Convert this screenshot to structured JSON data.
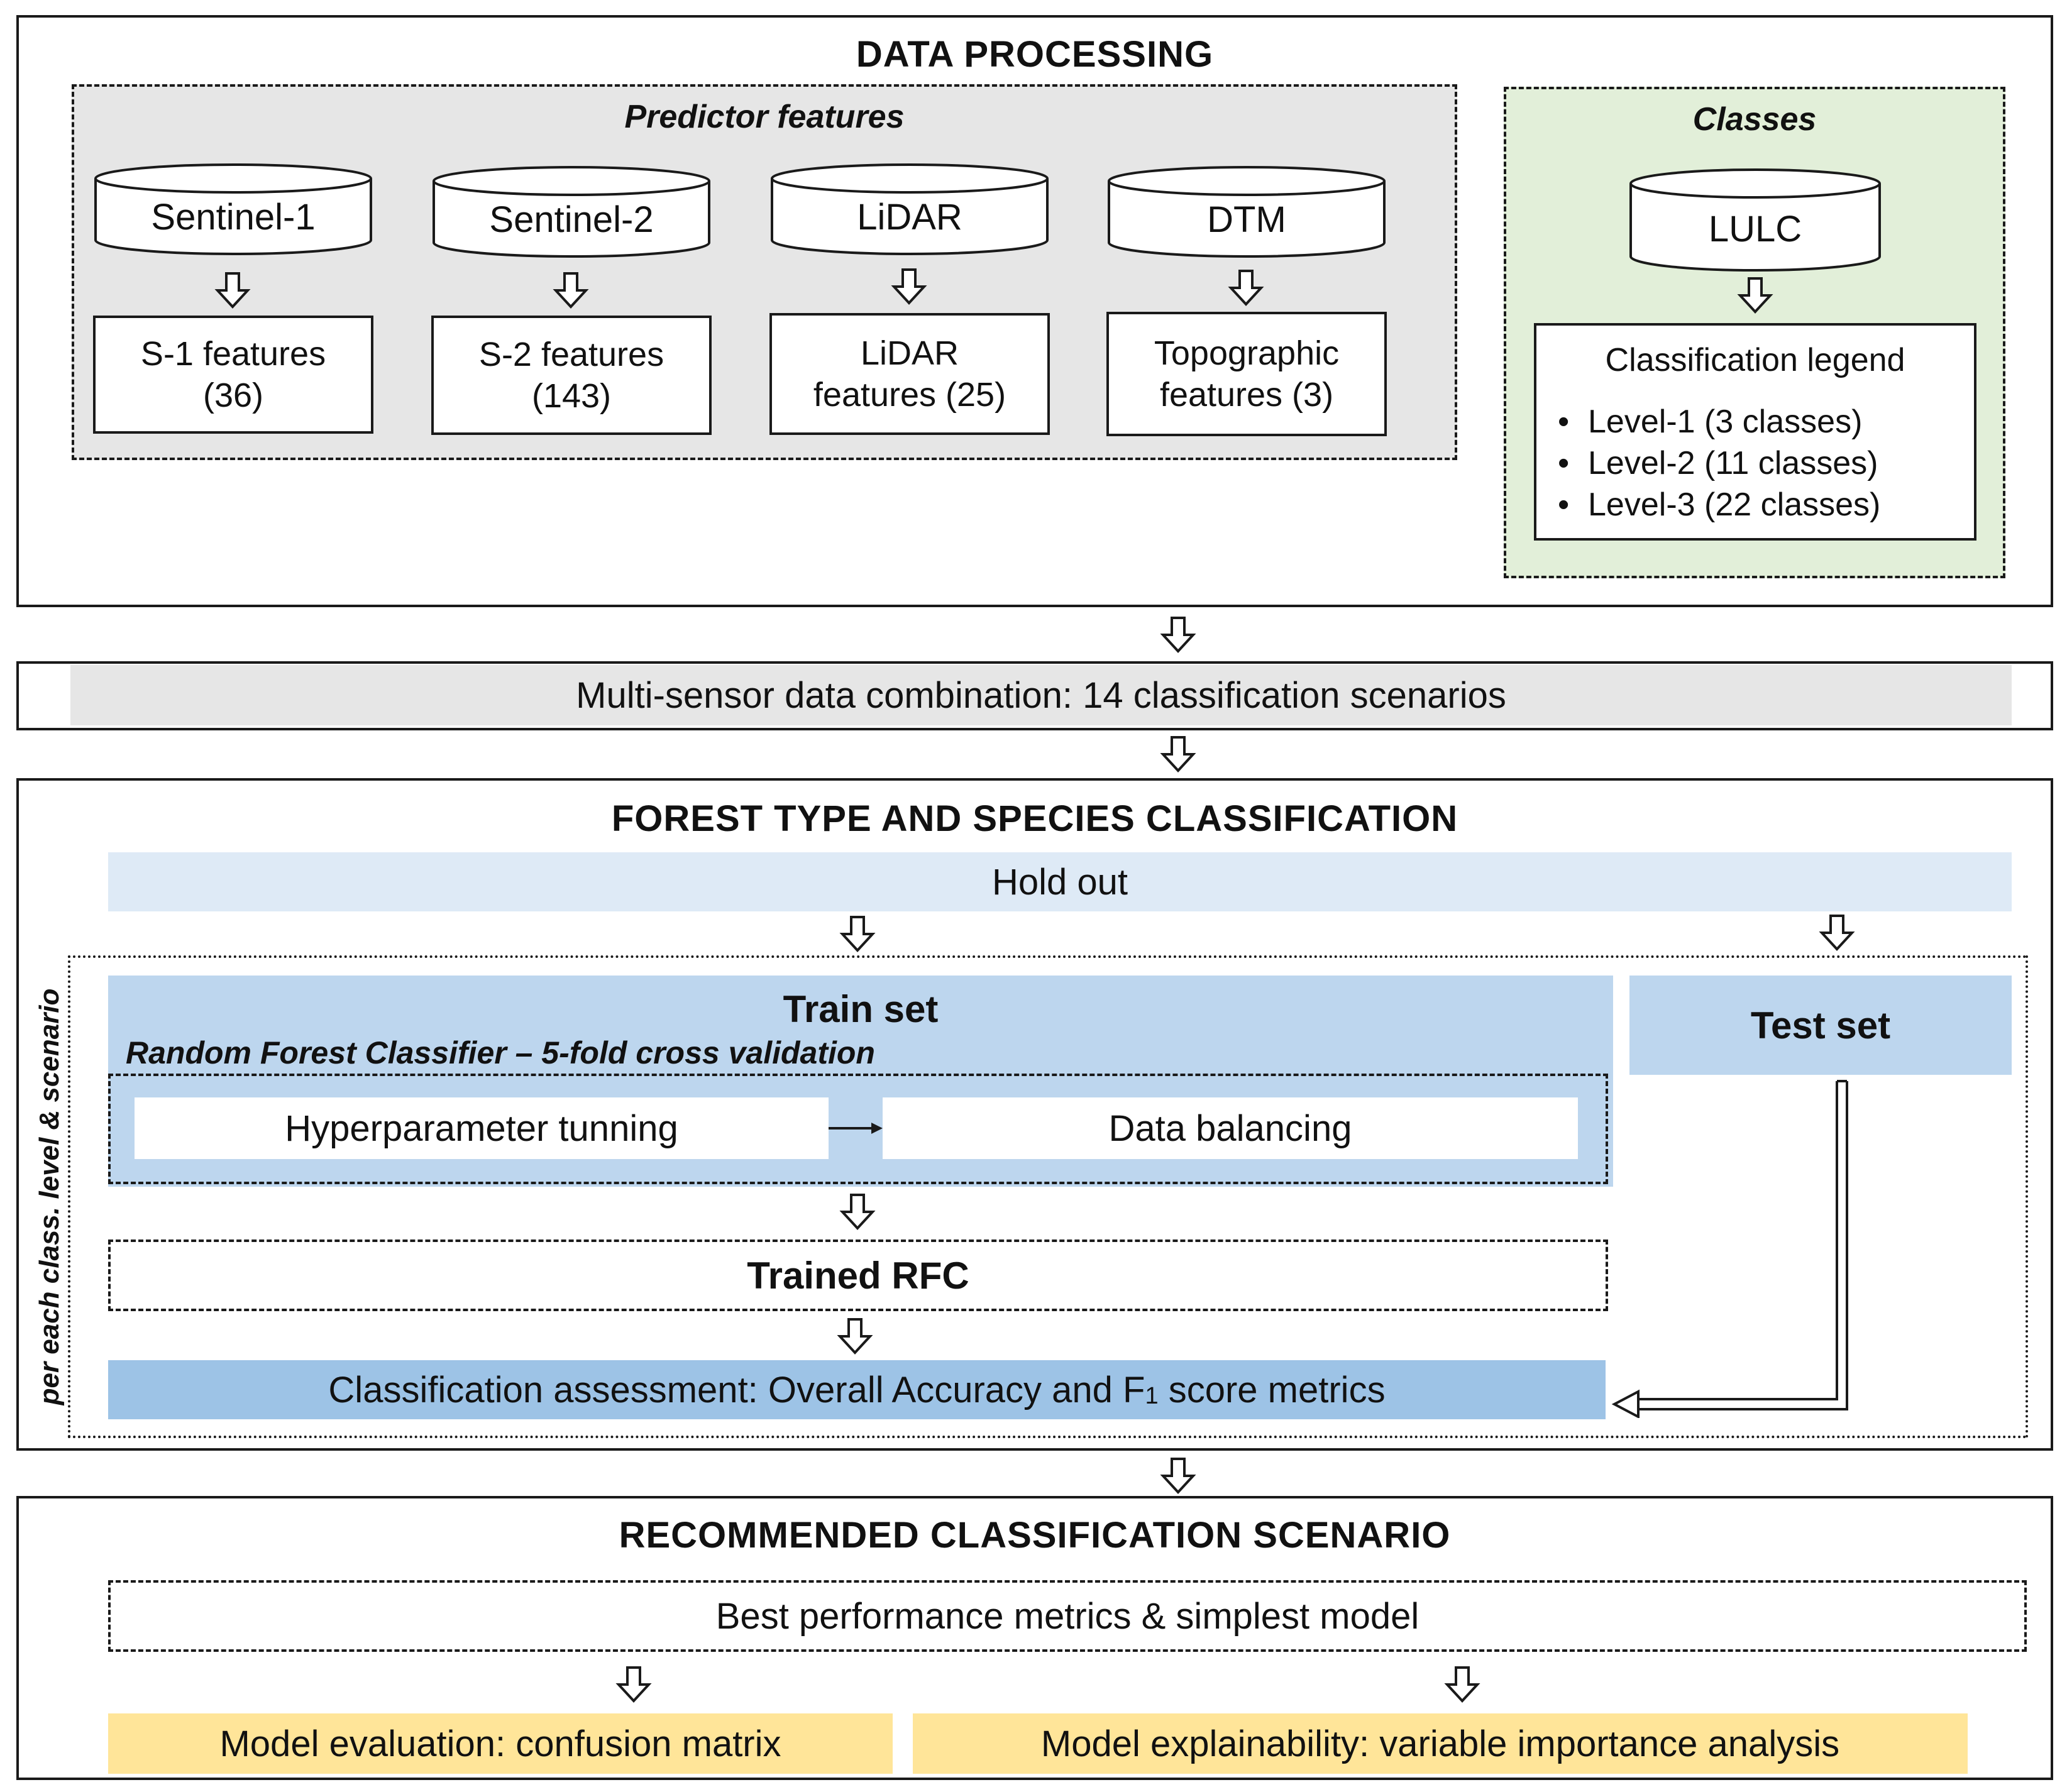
{
  "data_processing": {
    "title": "DATA PROCESSING",
    "predictor": {
      "title": "Predictor features",
      "sources": [
        {
          "name": "Sentinel-1",
          "feature": "S-1 features\n(36)"
        },
        {
          "name": "Sentinel-2",
          "feature": "S-2 features\n(143)"
        },
        {
          "name": "LiDAR",
          "feature": "LiDAR\nfeatures (25)"
        },
        {
          "name": "DTM",
          "feature": "Topographic\nfeatures (3)"
        }
      ]
    },
    "classes": {
      "title": "Classes",
      "source": "LULC",
      "legend_title": "Classification legend",
      "levels": [
        "Level-1 (3 classes)",
        "Level-2 (11 classes)",
        "Level-3 (22 classes)"
      ]
    }
  },
  "combination": {
    "label": "Multi-sensor data combination: 14 classification scenarios"
  },
  "forest": {
    "title": "FOREST TYPE AND SPECIES CLASSIFICATION",
    "hold_out": "Hold out",
    "side_label": "per each class. level & scenario",
    "train_set": "Train set",
    "rfc_label": "Random Forest Classifier – 5-fold cross validation",
    "hyperparameter": "Hyperparameter tunning",
    "balancing": "Data balancing",
    "test_set": "Test set",
    "trained": "Trained RFC",
    "assessment_prefix": "Classification assessment: Overall Accuracy and F",
    "assessment_sub": "1",
    "assessment_suffix": " score metrics"
  },
  "recommended": {
    "title": "RECOMMENDED CLASSIFICATION SCENARIO",
    "best": "Best performance metrics & simplest model",
    "evaluation": "Model evaluation: confusion matrix",
    "explainability": "Model explainability: variable importance analysis"
  },
  "colors": {
    "grey_fill": "#e6e6e6",
    "green_fill": "#e2efd9",
    "light_blue": "#deeaf6",
    "mid_blue": "#bdd6ee",
    "dark_blue": "#9dc3e6",
    "yellow": "#ffe599"
  }
}
